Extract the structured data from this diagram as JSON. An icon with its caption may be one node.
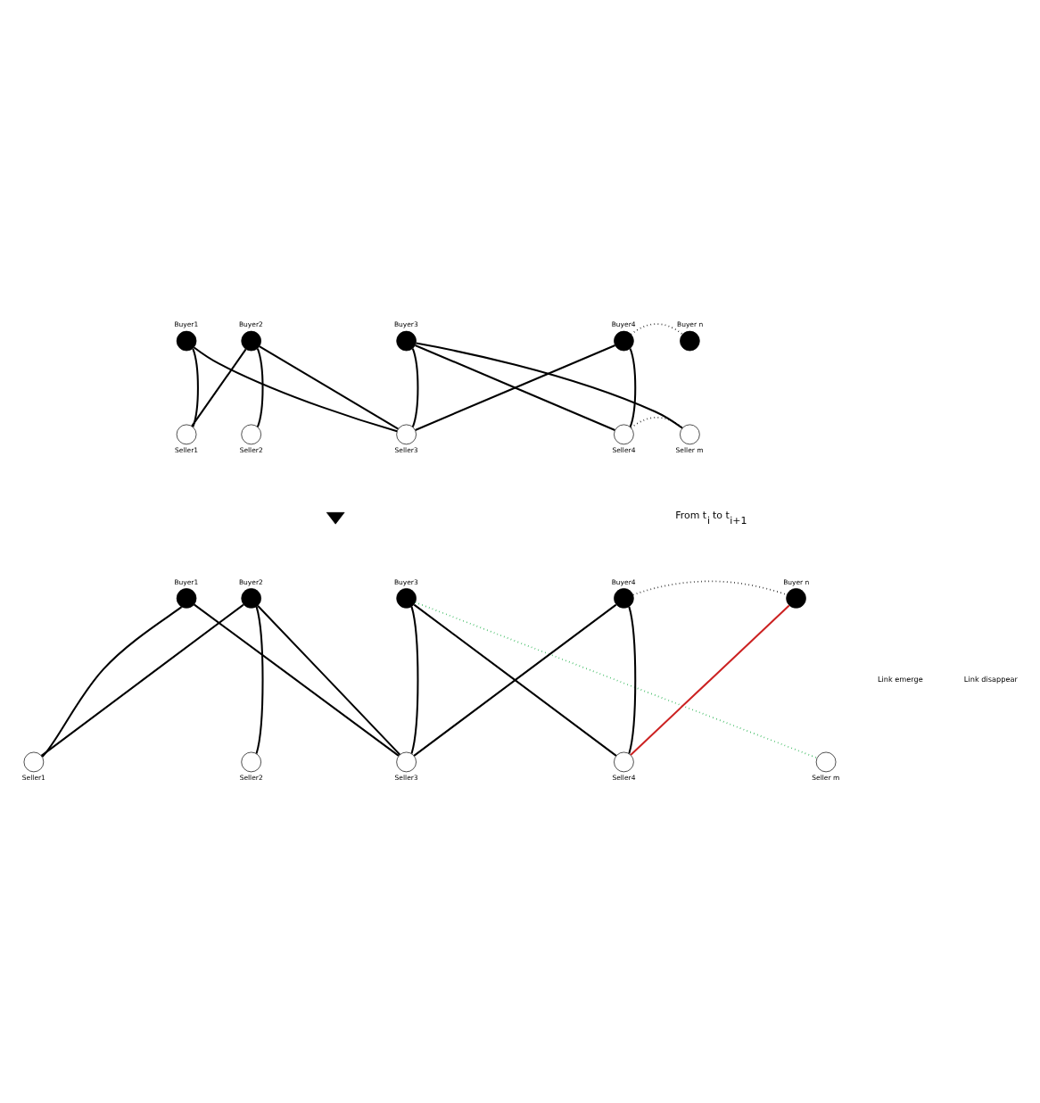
{
  "diagram": {
    "nodes": [
      {
        "text": [
          "Buyer1"
        ]
      },
      {
        "text": [
          "Buyer2"
        ]
      },
      {
        "text": [
          "Buyer3"
        ]
      },
      {
        "text": [
          "Buyer4"
        ]
      },
      {
        "text": [
          "Buyer n"
        ]
      },
      {
        "text": [
          "Seller1"
        ]
      },
      {
        "text": [
          "Seller2"
        ]
      },
      {
        "text": [
          "Seller3"
        ]
      },
      {
        "text": [
          "Seller4"
        ]
      },
      {
        "text": [
          "Seller m"
        ]
      },
      {
        "text": [
          "Buyer1"
        ]
      },
      {
        "text": [
          "Buyer2"
        ]
      },
      {
        "text": [
          "Buyer3"
        ]
      },
      {
        "text": [
          "Buyer4"
        ]
      },
      {
        "text": [
          "Buyer n"
        ]
      },
      {
        "text": [
          "Seller1"
        ]
      },
      {
        "text": [
          "Seller2"
        ]
      },
      {
        "text": [
          "Seller3"
        ]
      },
      {
        "text": [
          "Seller4"
        ]
      },
      {
        "text": [
          "Seller m"
        ]
      }
    ],
    "edges": [
      {
        "from": 0,
        "to": 5,
        "arrow": "none"
      },
      {
        "from": 0,
        "to": 7,
        "arrow": "none"
      },
      {
        "from": 1,
        "to": 5,
        "arrow": "none"
      },
      {
        "from": 1,
        "to": 6,
        "arrow": "none"
      },
      {
        "from": 1,
        "to": 7,
        "arrow": "none"
      },
      {
        "from": 2,
        "to": 7,
        "arrow": "none"
      },
      {
        "from": 2,
        "to": 8,
        "arrow": "none"
      },
      {
        "from": 2,
        "to": 9,
        "arrow": "none"
      },
      {
        "from": 3,
        "to": 7,
        "arrow": "none"
      },
      {
        "from": 3,
        "to": 8,
        "arrow": "none"
      },
      {
        "from": 3,
        "to": 4,
        "arrow": "none",
        "style": "dashed"
      },
      {
        "from": 8,
        "to": 9,
        "arrow": "none",
        "style": "dashed"
      },
      {
        "from": 10,
        "to": 15,
        "arrow": "none"
      },
      {
        "from": 10,
        "to": 17,
        "arrow": "none"
      },
      {
        "from": 11,
        "to": 15,
        "arrow": "none"
      },
      {
        "from": 11,
        "to": 16,
        "arrow": "none"
      },
      {
        "from": 11,
        "to": 17,
        "arrow": "none"
      },
      {
        "from": 12,
        "to": 17,
        "arrow": "none"
      },
      {
        "from": 12,
        "to": 18,
        "arrow": "none"
      },
      {
        "from": 12,
        "to": 19,
        "arrow": "none",
        "style": "dashed",
        "color": "#22b14c"
      },
      {
        "from": 13,
        "to": 17,
        "arrow": "none"
      },
      {
        "from": 13,
        "to": 18,
        "arrow": "none"
      },
      {
        "from": 13,
        "to": 14,
        "arrow": "none",
        "style": "dashed"
      },
      {
        "from": 14,
        "to": 18,
        "arrow": "none",
        "color": "#cc2222"
      }
    ],
    "labels": [
      "From t$_{i}$ to t$_{i+1}$",
      "Link emerge",
      "Link disappear"
    ]
  }
}
